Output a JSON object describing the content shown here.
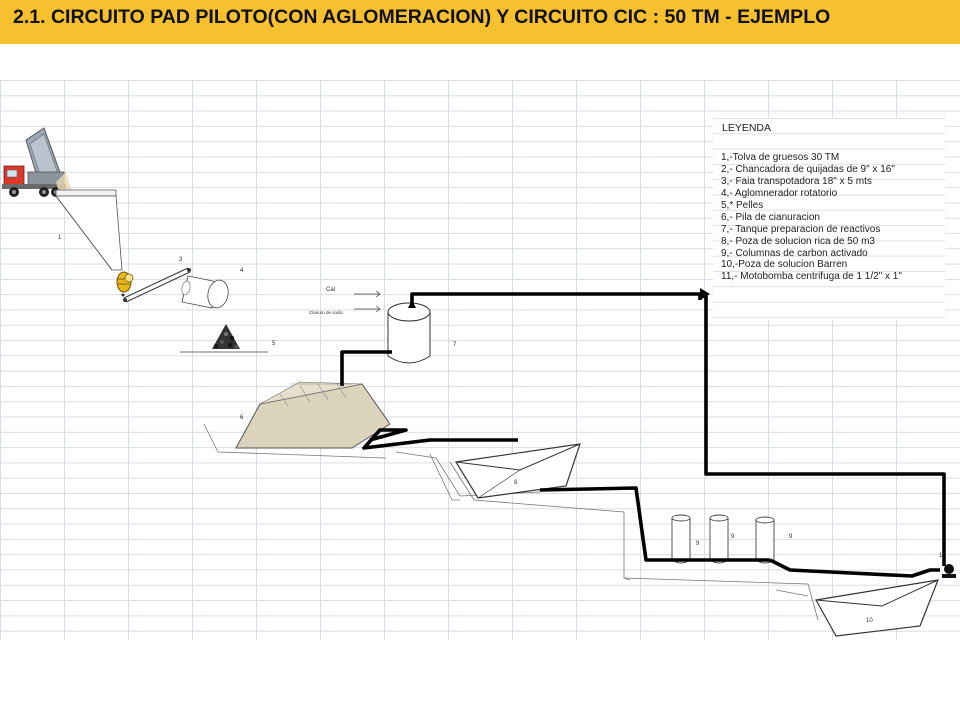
{
  "title": "2.1. CIRCUITO PAD PILOTO(CON AGLOMERACION) Y CIRCUITO CIC : 50 TM - EJEMPLO",
  "legend": {
    "heading": "LEYENDA",
    "items": [
      "1,-Tolva de gruesos 30 TM",
      "2,- Chancadora de quijadas de 9\" x 16\"",
      "3,- Faia transpotadora 18\" x 5 mts",
      "4,- Aglomnerador rotatorio",
      "5,* Pelles",
      "6,- Pila de cianuracion",
      "7,- Tanque preparacion de reactivos",
      "8,- Poza de solucion rica de 50 m3",
      "9,- Columnas de carbon activado",
      "10,-Poza de solucion Barren",
      "11,- Motobomba centrifuga de 1 1/2\" x 1\""
    ]
  },
  "labels": {
    "n1": "1",
    "n3": "3",
    "n4": "4",
    "n5": "5",
    "n6": "6",
    "n7": "7",
    "n8": "8",
    "n9a": "9",
    "n9b": "9",
    "n9c": "9",
    "n10": "10",
    "n11": "11",
    "cal": "Cal",
    "cianuro": "Cianuro de sodio"
  },
  "colors": {
    "title_bar": "#f7c02e",
    "pile_fill": "#dcd3bd",
    "truck_cab": "#d93a2b",
    "truck_body": "#9aa7b4",
    "crusher": "#e8b81e"
  }
}
